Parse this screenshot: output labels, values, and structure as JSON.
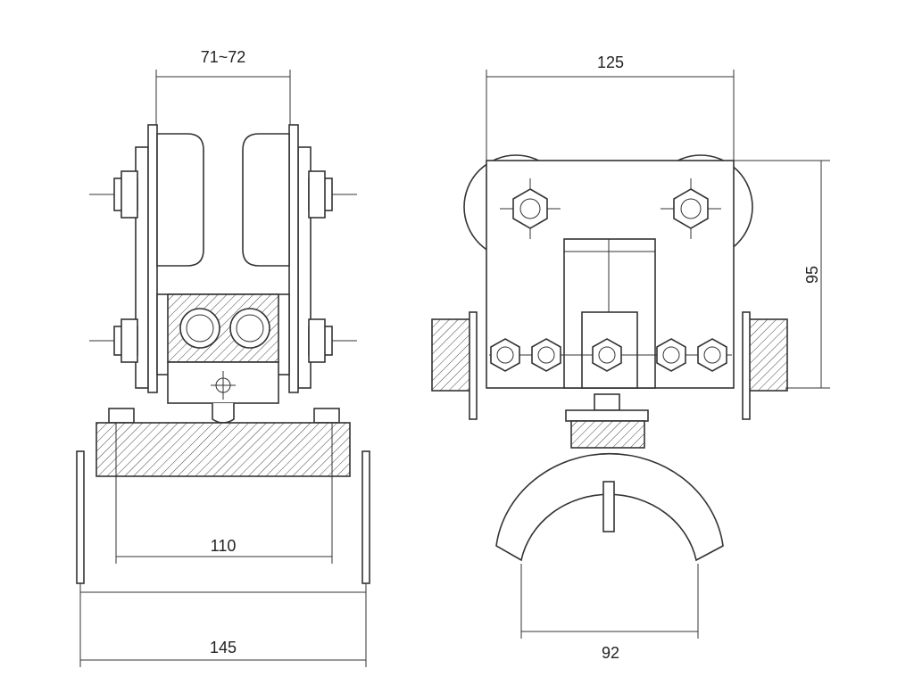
{
  "front_view": {
    "dimensions": {
      "top_width": "71~72",
      "bolt_spacing": "110",
      "overall_width": "145"
    }
  },
  "side_view": {
    "dimensions": {
      "wheel_span": "125",
      "height": "95",
      "clamp_width": "92"
    }
  }
}
